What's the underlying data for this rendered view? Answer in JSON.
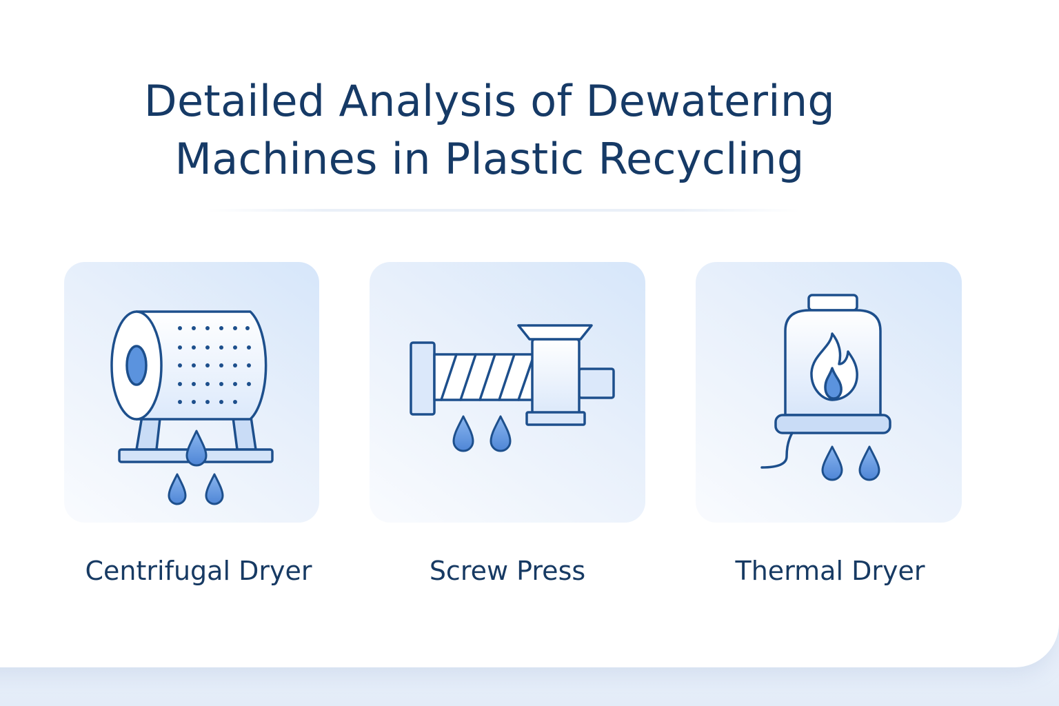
{
  "title": {
    "line1": "Detailed Analysis of Dewatering",
    "line2": "Machines in Plastic Recycling"
  },
  "machines": [
    {
      "label": "Centrifugal Dryer",
      "icon": "centrifugal-dryer-icon"
    },
    {
      "label": "Screw Press",
      "icon": "screw-press-icon"
    },
    {
      "label": "Thermal Dryer",
      "icon": "thermal-dryer-icon"
    }
  ],
  "colors": {
    "title": "#163a66",
    "icon_stroke": "#1d4f8c",
    "water_drop": "#5b93de",
    "card_tint": "#dbe8fa"
  }
}
